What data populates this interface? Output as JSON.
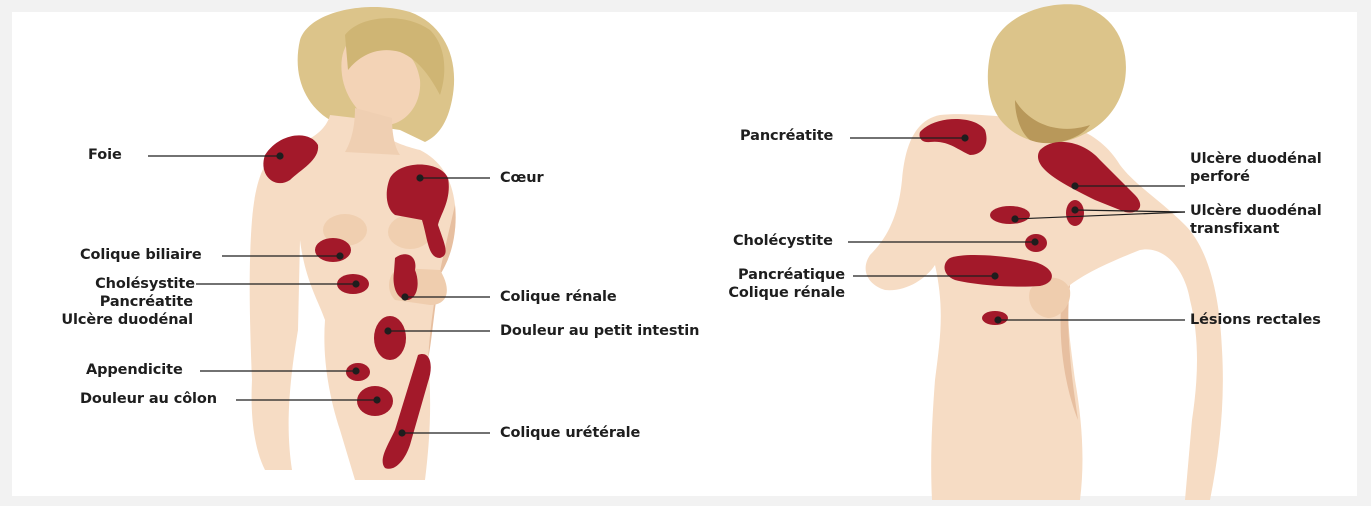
{
  "colors": {
    "skin": "#f6dcc4",
    "skin_shadow": "#e7bfa0",
    "hair": "#dcc48a",
    "hair_shadow": "#b8985a",
    "pain": "#a3192a",
    "line": "#1e1e1e"
  },
  "front": {
    "foie": "Foie",
    "coeur": "Cœur",
    "colique_biliaire": "Colique biliaire",
    "cholesystite": "Cholésystite",
    "pancreatite": "Pancréatite",
    "ulcere_duodenal": "Ulcère duodénal",
    "colique_renale": "Colique rénale",
    "douleur_petit_intestin": "Douleur au petit intestin",
    "appendicite": "Appendicite",
    "douleur_colon": "Douleur au côlon",
    "colique_ureterale": "Colique urétérale"
  },
  "back": {
    "pancreatite": "Pancréatite",
    "cholecystite": "Cholécystite",
    "pancreatique": "Pancréatique",
    "colique_renale": "Colique rénale",
    "ulcere_perfore_1": "Ulcère duodénal",
    "ulcere_perfore_2": "perforé",
    "ulcere_transfixant_1": "Ulcère duodénal",
    "ulcere_transfixant_2": "transfixant",
    "lesions_rectales": "Lésions rectales"
  }
}
